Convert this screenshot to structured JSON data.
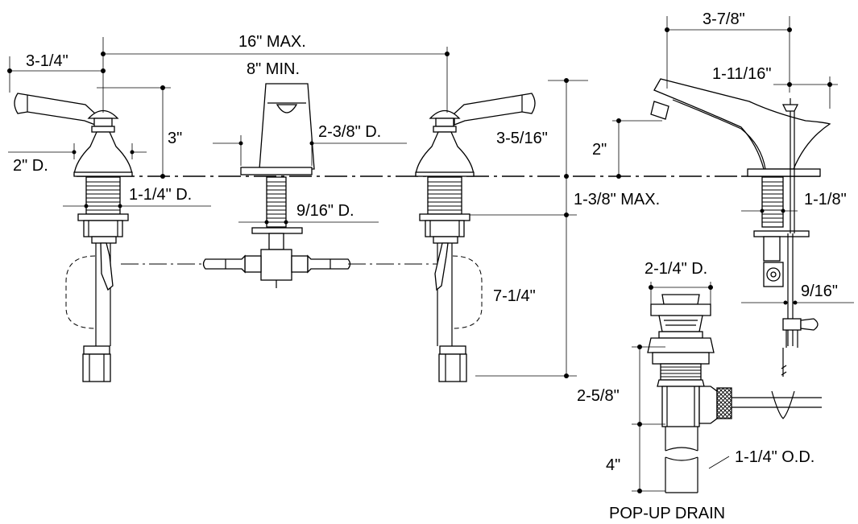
{
  "dimensions": {
    "d_3_1_4": "3-1/4\"",
    "d_16_max": "16\" MAX.",
    "d_8_min": "8\" MIN.",
    "d_3_7_8": "3-7/8\"",
    "d_1_11_16": "1-11/16\"",
    "d_3": "3\"",
    "d_2_3_8_d": "2-3/8\" D.",
    "d_3_5_16": "3-5/16\"",
    "d_2": "2\"",
    "d_2_d": "2\" D.",
    "d_1_1_4_d": "1-1/4\" D.",
    "d_9_16_d": "9/16\" D.",
    "d_1_3_8_max": "1-3/8\" MAX.",
    "d_1_1_8": "1-1/8\"",
    "d_2_1_4_d": "2-1/4\" D.",
    "d_9_16": "9/16\"",
    "d_7_1_4": "7-1/4\"",
    "d_2_5_8": "2-5/8\"",
    "d_4": "4\"",
    "d_1_1_4_od": "1-1/4\" O.D."
  },
  "labels": {
    "popup_drain": "POP-UP DRAIN"
  }
}
